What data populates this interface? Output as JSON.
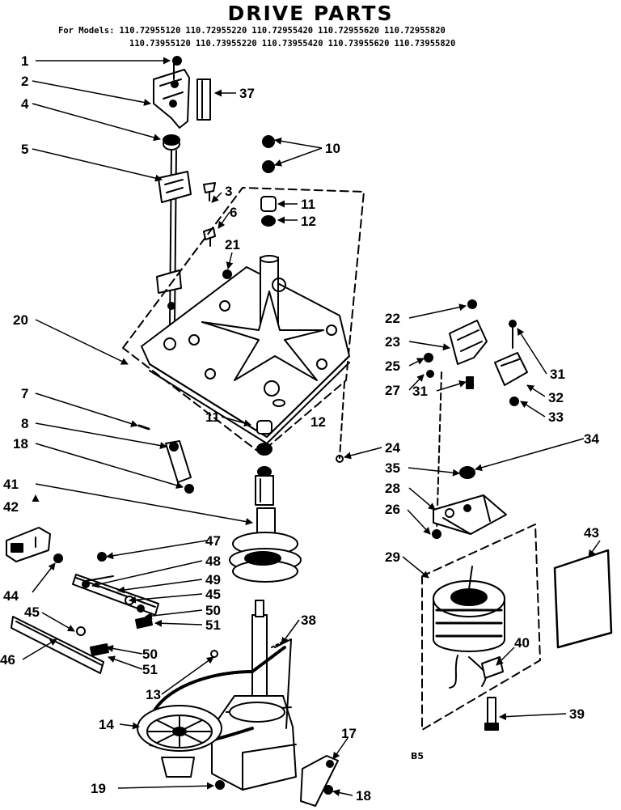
{
  "title": "DRIVE PARTS",
  "models_prefix": "For Models:",
  "models": [
    "110.72955120",
    "110.72955220",
    "110.72955420",
    "110.72955620",
    "110.72955820",
    "110.73955120",
    "110.73955220",
    "110.73955420",
    "110.73955620",
    "110.73955820"
  ],
  "diagram_code": "B5",
  "callouts": [
    "1",
    "2",
    "3",
    "4",
    "5",
    "6",
    "7",
    "8",
    "10",
    "11",
    "11",
    "12",
    "12",
    "13",
    "14",
    "17",
    "18",
    "18",
    "19",
    "20",
    "21",
    "22",
    "23",
    "24",
    "25",
    "26",
    "27",
    "28",
    "29",
    "31",
    "31",
    "32",
    "33",
    "34",
    "35",
    "37",
    "38",
    "39",
    "40",
    "41",
    "42",
    "43",
    "44",
    "45",
    "45",
    "46",
    "47",
    "48",
    "49",
    "50",
    "50",
    "51",
    "51"
  ]
}
